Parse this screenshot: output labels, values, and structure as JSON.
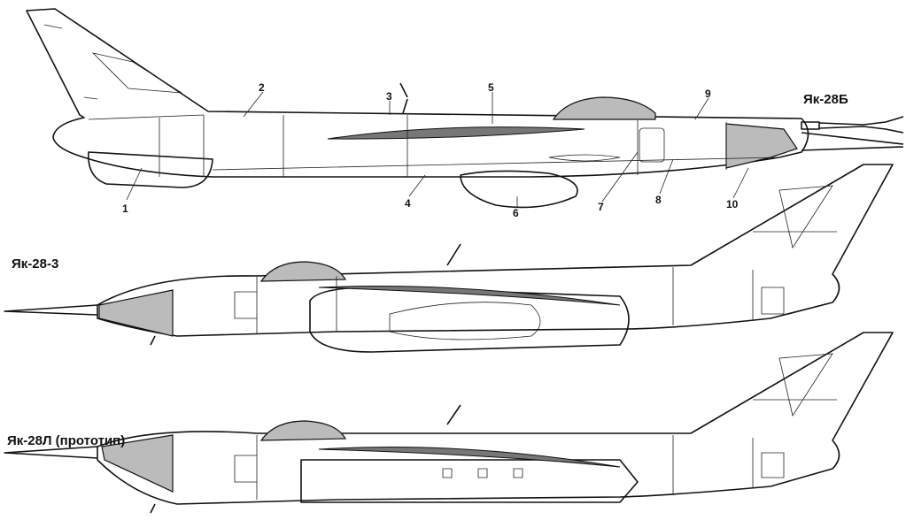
{
  "titles": {
    "top": "Як-28Б",
    "middle": "Як-28-3",
    "bottom": "Як-28Л (прототип)"
  },
  "callouts": [
    "1",
    "2",
    "3",
    "4",
    "5",
    "6",
    "7",
    "8",
    "9",
    "10"
  ]
}
